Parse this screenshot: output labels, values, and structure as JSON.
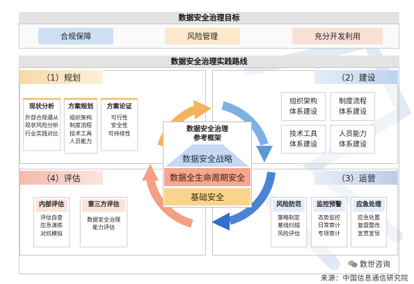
{
  "goals": {
    "title": "数据安全治理目标",
    "items": [
      {
        "label": "合规保障",
        "color": "#cfe0f4"
      },
      {
        "label": "风险管理",
        "color": "#fbe9c9"
      },
      {
        "label": "充分开发利用",
        "color": "#f9e0d6"
      }
    ]
  },
  "roadmap": {
    "title": "数据安全治理实践路线"
  },
  "phase1": {
    "title": "（1）规划",
    "cards": [
      {
        "head": "现状分析",
        "lines": [
          "外部合规遵从",
          "现状风险分析",
          "行业实践对比"
        ]
      },
      {
        "head": "方案规划",
        "lines": [
          "组织架构",
          "制度流程",
          "技术工具",
          "人员能力"
        ]
      },
      {
        "head": "方案论证",
        "lines": [
          "可行性",
          "安全性",
          "可持续性"
        ]
      }
    ]
  },
  "phase2": {
    "title": "（2）建设",
    "cards": [
      {
        "lines": [
          "组织架构",
          "体系建设"
        ]
      },
      {
        "lines": [
          "制度流程",
          "体系建设"
        ]
      },
      {
        "lines": [
          "技术工具",
          "体系建设"
        ]
      },
      {
        "lines": [
          "人员能力",
          "体系建设"
        ]
      }
    ]
  },
  "phase3": {
    "title": "（3）运营",
    "cards": [
      {
        "head": "风险防范",
        "lines": [
          "策略制定",
          "基线扫描",
          "风险评估"
        ]
      },
      {
        "head": "监控预警",
        "lines": [
          "态势监控",
          "日常审计",
          "专项审计"
        ]
      },
      {
        "head": "应急处理",
        "lines": [
          "应急处置",
          "复盘整改",
          "宣贯宣导"
        ]
      }
    ]
  },
  "phase4": {
    "title": "（4）评估",
    "cards": [
      {
        "head": "内部评估",
        "lines": [
          "评估自查",
          "应急演练",
          "对抗模拟"
        ]
      },
      {
        "head": "第三方评估",
        "lines": [
          "数据安全治理",
          "能力评估"
        ]
      }
    ]
  },
  "framework": {
    "title_line1": "数据安全治理",
    "title_line2": "参考框架",
    "strategy": "数据安全战略",
    "lifecycle": "数据全生命周期安全",
    "base": "基础安全"
  },
  "footer": {
    "brand": "数世咨询",
    "source": "来源：中国信息通信研究院"
  },
  "colors": {
    "arrow_orange": "#f6b35c",
    "arrow_blue": "#5b9bd5",
    "arrow_blue_dark": "#2f6fc9",
    "arrow_salmon": "#f3a083",
    "strategy_bg": "#c7d9f1",
    "lifecycle_bg": "#f4a68e",
    "base_bg": "#f9d48a"
  }
}
